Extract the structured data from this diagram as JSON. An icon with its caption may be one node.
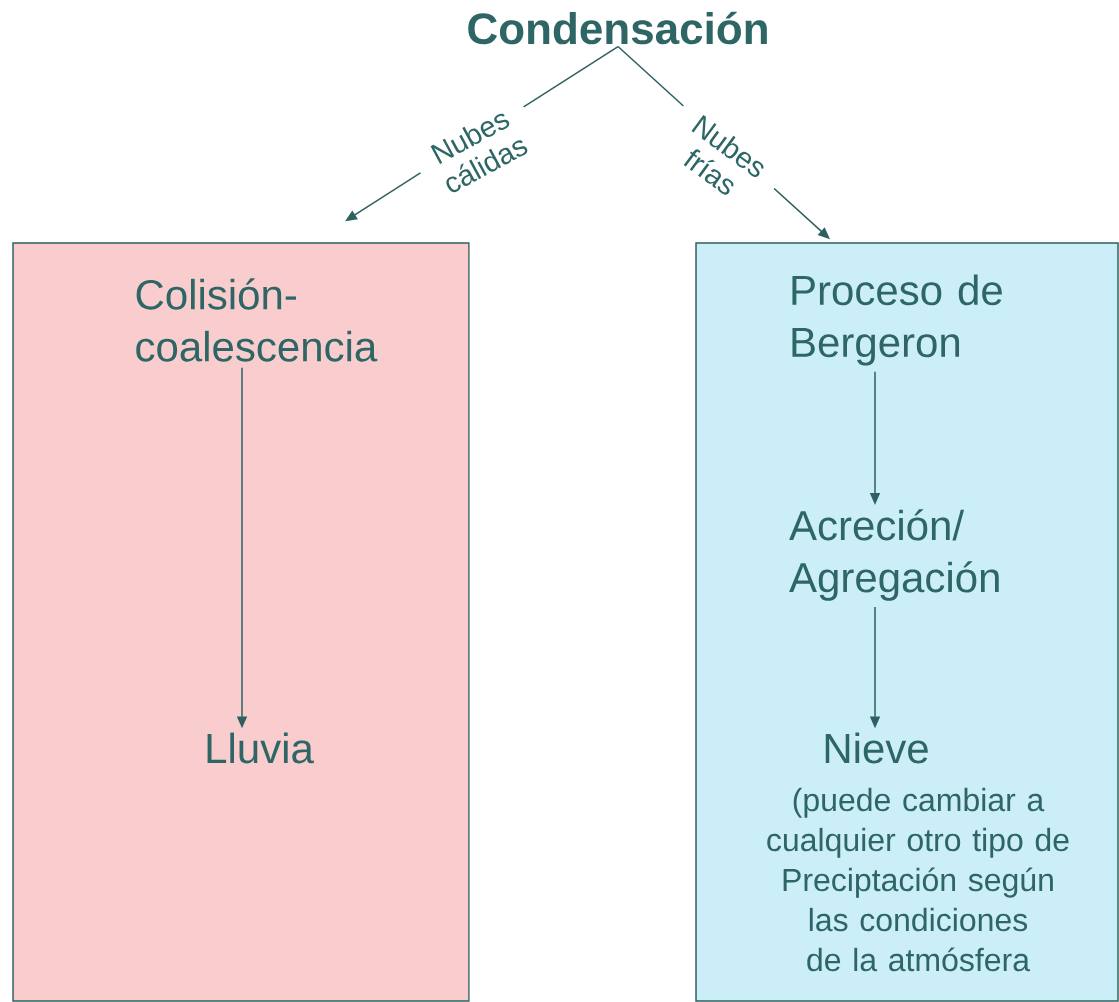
{
  "diagram": {
    "nodes": [
      {
        "text": [
          "Condensación"
        ]
      },
      {
        "text": [],
        "shape": "box"
      },
      {
        "text": [
          "Colisión- coalescencia"
        ],
        "in": 1
      },
      {
        "text": [
          "Lluvia"
        ],
        "in": 1
      },
      {
        "text": [],
        "shape": "box"
      },
      {
        "text": [
          "Proceso de Bergeron"
        ],
        "in": 4
      },
      {
        "text": [
          "Acreción/ Agregación"
        ],
        "in": 4
      },
      {
        "text": [
          "Nieve"
        ],
        "in": 4,
        "beside": [
          "(puede cambiar a cualquier otro tipo de Preciptación según las condiciones de la atmósfera"
        ]
      }
    ],
    "edges": [
      {
        "from": 0,
        "to": 1,
        "arrow": "to",
        "label": "Nubes cálidas"
      },
      {
        "from": 0,
        "to": 4,
        "arrow": "to",
        "label": "Nubes frías"
      },
      {
        "from": 2,
        "to": 3,
        "arrow": "to"
      },
      {
        "from": 5,
        "to": 6,
        "arrow": "to"
      },
      {
        "from": 6,
        "to": 7,
        "arrow": "to"
      }
    ]
  }
}
